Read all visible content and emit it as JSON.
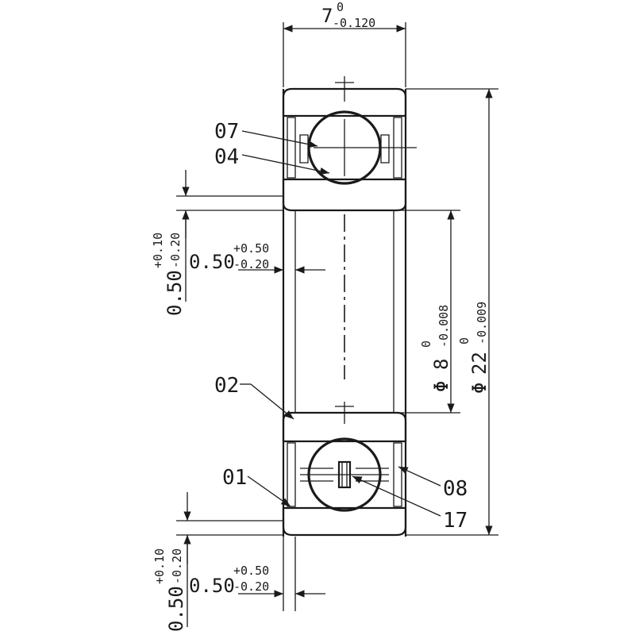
{
  "dimensions": {
    "width": {
      "nominal": "7",
      "upper": "0",
      "lower": "-0.120"
    },
    "bore": {
      "prefix": "Φ",
      "nominal": "8",
      "upper": "0",
      "lower": "-0.008"
    },
    "outer": {
      "prefix": "Φ",
      "nominal": "22",
      "upper": "0",
      "lower": "-0.009"
    },
    "chamfer_h_top": {
      "nominal": "0.50",
      "upper": "+0.50",
      "lower": "-0.20"
    },
    "chamfer_v_top": {
      "nominal": "0.50",
      "upper": "+0.10",
      "lower": "-0.20"
    },
    "chamfer_h_bottom": {
      "nominal": "0.50",
      "upper": "+0.50",
      "lower": "-0.20"
    },
    "chamfer_v_bottom": {
      "nominal": "0.50",
      "upper": "+0.10",
      "lower": "-0.20"
    }
  },
  "parts": {
    "p07": "07",
    "p04": "04",
    "p02": "02",
    "p01": "01",
    "p08": "08",
    "p17": "17"
  }
}
